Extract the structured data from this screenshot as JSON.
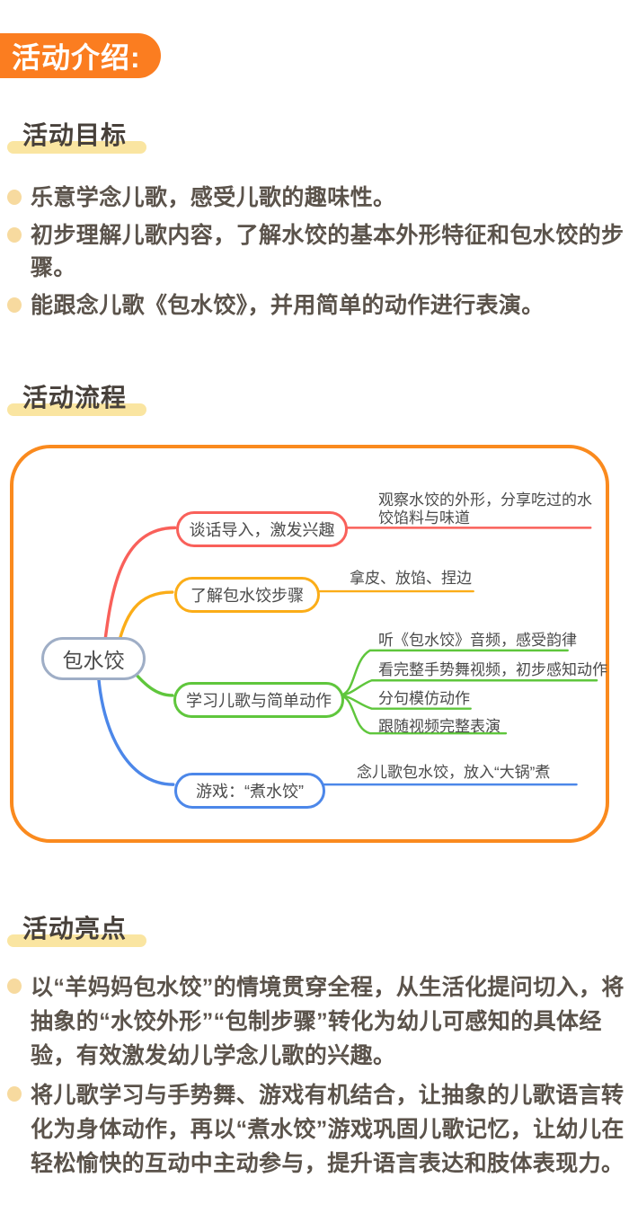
{
  "header": {
    "badge": "活动介绍:"
  },
  "goals": {
    "title": "活动目标",
    "items": [
      "乐意学念儿歌，感受儿歌的趣味性。",
      "初步理解儿歌内容，了解水饺的基本外形特征和包水饺的步骤。",
      "能跟念儿歌《包水饺》，并用简单的动作进行表演。"
    ]
  },
  "process": {
    "title": "活动流程",
    "mindmap": {
      "root": "包水饺",
      "branches": [
        {
          "label": "谈话导入，激发兴趣",
          "color": "#F9605A",
          "notes": [
            "观察水饺的外形，分享吃过的水饺馅料与味道"
          ]
        },
        {
          "label": "了解包水饺步骤",
          "color": "#FBAD18",
          "notes": [
            "拿皮、放馅、捏边"
          ]
        },
        {
          "label": "学习儿歌与简单动作",
          "color": "#5FC63C",
          "notes": [
            "听《包水饺》音频，感受韵律",
            "看完整手势舞视频，初步感知动作",
            "分句模仿动作",
            "跟随视频完整表演"
          ]
        },
        {
          "label": "游戏：“煮水饺”",
          "color": "#4C87E9",
          "notes": [
            "念儿歌包水饺，放入“大锅”煮"
          ]
        }
      ]
    }
  },
  "highlights": {
    "title": "活动亮点",
    "items": [
      "以“羊妈妈包水饺”的情境贯穿全程，从生活化提问切入，将抽象的“水饺外形”“包制步骤”转化为幼儿可感知的具体经验，有效激发幼儿学念儿歌的兴趣。",
      "将儿歌学习与手势舞、游戏有机结合，让抽象的儿歌语言转化为身体动作，再以“煮水饺”游戏巩固儿歌记忆，让幼儿在轻松愉快的互动中主动参与，提升语言表达和肢体表现力。"
    ]
  },
  "colors": {
    "badge_bg": "#FB7D20",
    "title_highlight": "#FAE5A1",
    "bullet_dot": "#F7DA9F",
    "body_text": "#5B534B",
    "map_border": "#FA8A1E",
    "map_text": "#4A4A4A",
    "root_border": "#9FAEC6",
    "branch_red": "#F9605A",
    "branch_yellow": "#FBAD18",
    "branch_green": "#5FC63C",
    "branch_blue": "#4C87E9"
  }
}
